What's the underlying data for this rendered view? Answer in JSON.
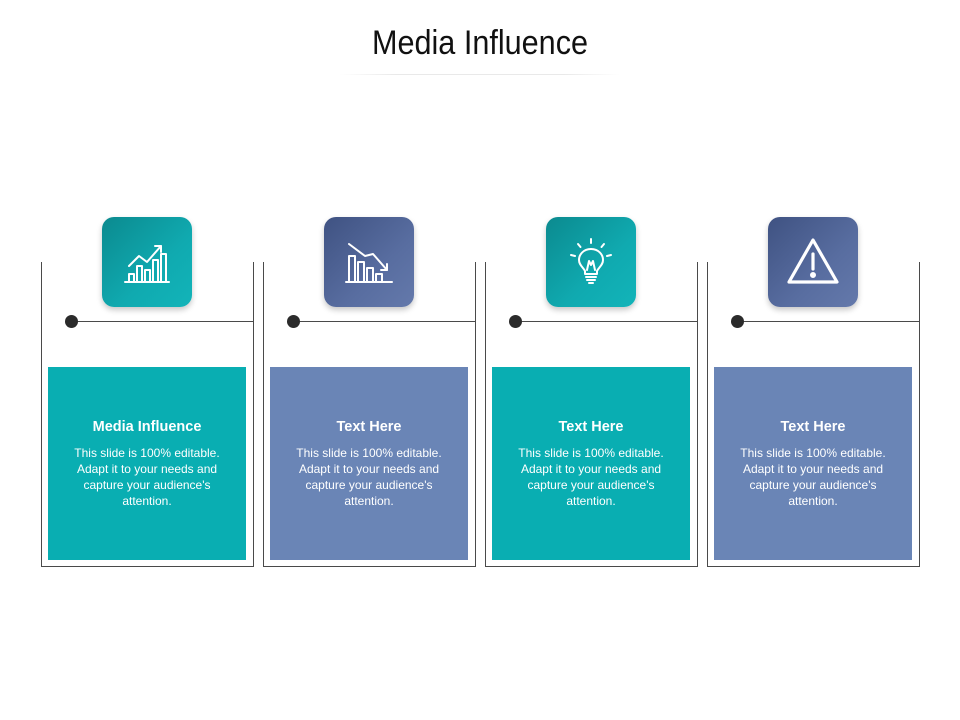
{
  "slide": {
    "title": "Media Influence"
  },
  "cards": [
    {
      "icon": "chart-growth-icon",
      "color": "#09aeb2",
      "heading": "Media Influence",
      "body": "This slide is 100% editable. Adapt it to your needs and capture your audience's attention."
    },
    {
      "icon": "chart-decline-icon",
      "color": "#6a85b6",
      "heading": "Text Here",
      "body": "This slide is 100% editable. Adapt it to your needs and capture your audience's attention."
    },
    {
      "icon": "lightbulb-icon",
      "color": "#09aeb2",
      "heading": "Text Here",
      "body": "This slide is 100% editable. Adapt it to your needs and capture your audience's attention."
    },
    {
      "icon": "warning-icon",
      "color": "#6a85b6",
      "heading": "Text Here",
      "body": "This slide is 100% editable. Adapt it to your needs and capture your audience's attention."
    }
  ],
  "colors": {
    "teal": "#09aeb2",
    "slate": "#6a85b6",
    "outline": "#4a4a4a"
  }
}
